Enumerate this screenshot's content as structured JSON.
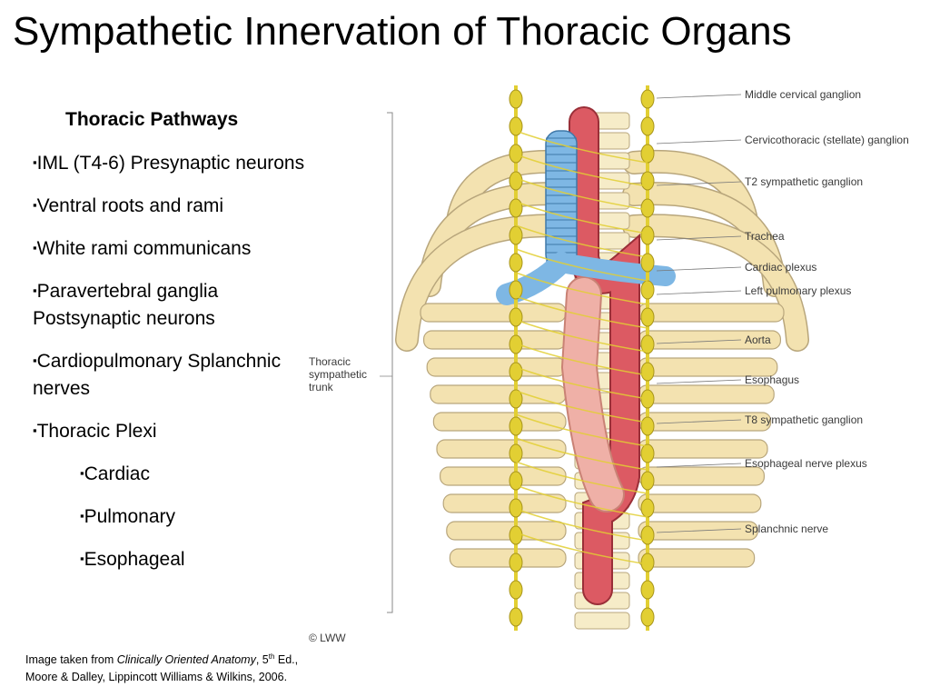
{
  "title": "Sympathetic Innervation of Thoracic Organs",
  "pathways": {
    "heading": "Thoracic Pathways",
    "bullet_glyph": "▪",
    "items": [
      {
        "text": "IML (T4-6) Presynaptic neurons",
        "level": 1
      },
      {
        "text": "Ventral roots and rami",
        "level": 1
      },
      {
        "text": "White rami communicans",
        "level": 1
      },
      {
        "text": "Paravertebral ganglia Postsynaptic neurons",
        "level": 1
      },
      {
        "text": "Cardiopulmonary Splanchnic nerves",
        "level": 1
      },
      {
        "text": "Thoracic Plexi",
        "level": 1
      },
      {
        "text": "Cardiac",
        "level": 2
      },
      {
        "text": "Pulmonary",
        "level": 2
      },
      {
        "text": "Esophageal",
        "level": 2
      }
    ]
  },
  "caption": {
    "prefix": "Image taken from ",
    "book": "Clinically Oriented Anatomy",
    "after_book": ", 5",
    "edition_sup": "th",
    "after_sup": " Ed.,",
    "line2": "Moore & Dalley, Lippincott Williams & Wilkins, 2006."
  },
  "figure": {
    "left_label": [
      "Thoracic",
      "sympathetic",
      "trunk"
    ],
    "copyright": "© LWW",
    "labels": [
      "Middle cervical ganglion",
      "Cervicothoracic (stellate) ganglion",
      "T2 sympathetic ganglion",
      "Trachea",
      "Cardiac plexus",
      "Left pulmonary plexus",
      "Aorta",
      "Esophagus",
      "T8 sympathetic ganglion",
      "Esophageal nerve plexus",
      "Splanchnic nerve"
    ],
    "colors": {
      "rib": "#f3e2b0",
      "rib_stroke": "#b8a67c",
      "nerve": "#e2cf33",
      "trachea": "#7eb7e4",
      "aorta": "#dc5a63",
      "esophagus": "#efb0a7"
    }
  }
}
